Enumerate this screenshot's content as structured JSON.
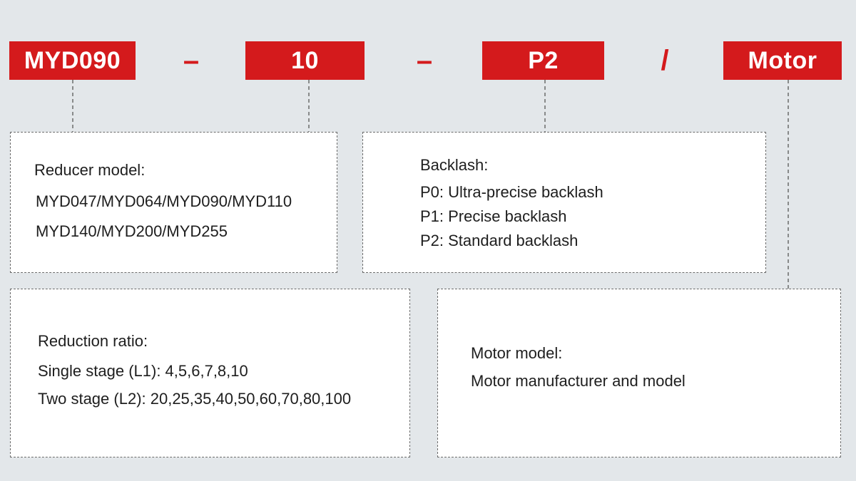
{
  "code": {
    "segments": [
      {
        "label": "MYD090"
      },
      {
        "label": "10"
      },
      {
        "label": "P2"
      },
      {
        "label": "Motor"
      }
    ],
    "separators": [
      "–",
      "–",
      "/"
    ],
    "accent_color": "#d41a1c"
  },
  "boxes": {
    "reducer": {
      "title": "Reducer model:",
      "line1": "MYD047/MYD064/MYD090/MYD110",
      "line2": "MYD140/MYD200/MYD255"
    },
    "backlash": {
      "title": "Backlash:",
      "line1": "P0: Ultra-precise backlash",
      "line2": "P1: Precise backlash",
      "line3": "P2: Standard backlash"
    },
    "ratio": {
      "title": "Reduction ratio:",
      "line1": "Single stage (L1): 4,5,6,7,8,10",
      "line2": "Two stage (L2): 20,25,35,40,50,60,70,80,100"
    },
    "motor": {
      "title": "Motor model:",
      "line1": "Motor manufacturer and model"
    }
  }
}
